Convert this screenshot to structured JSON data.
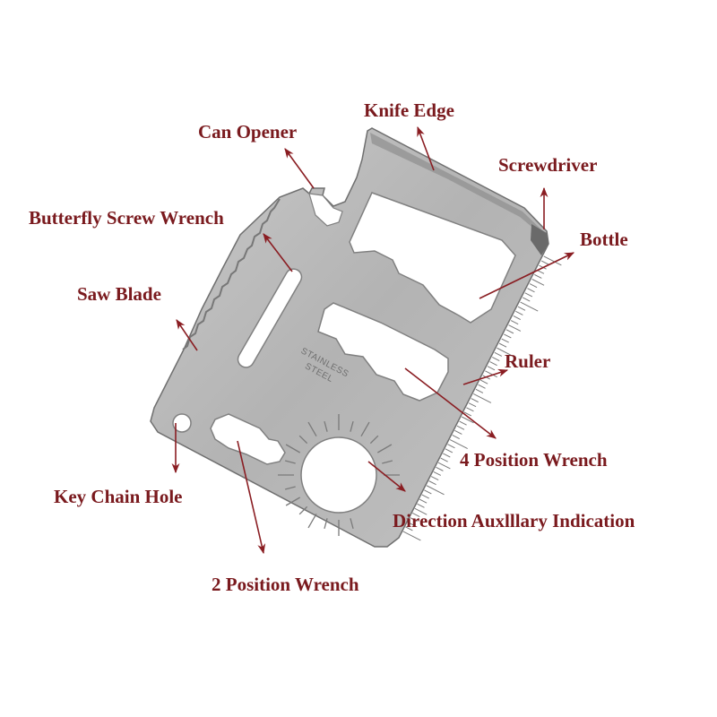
{
  "diagram": {
    "subject": "Credit card multi-tool",
    "engraving": [
      "STAINLESS",
      "STEEL"
    ],
    "colors": {
      "label": "#7a1a1e",
      "arrow": "#8a1d22",
      "steel": "#b9b9b9",
      "steel_dark": "#7d7d7d",
      "background": "#ffffff"
    },
    "labels": {
      "knife_edge": "Knife Edge",
      "can_opener": "Can Opener",
      "screwdriver": "Screwdriver",
      "butterfly_screw_wrench": "Butterfly Screw Wrench",
      "bottle": "Bottle",
      "saw_blade": "Saw Blade",
      "ruler": "Ruler",
      "four_position_wrench": "4 Position Wrench",
      "key_chain_hole": "Key Chain Hole",
      "direction_indication": "Direction Auxlllary Indication",
      "two_position_wrench": "2 Position Wrench"
    }
  }
}
